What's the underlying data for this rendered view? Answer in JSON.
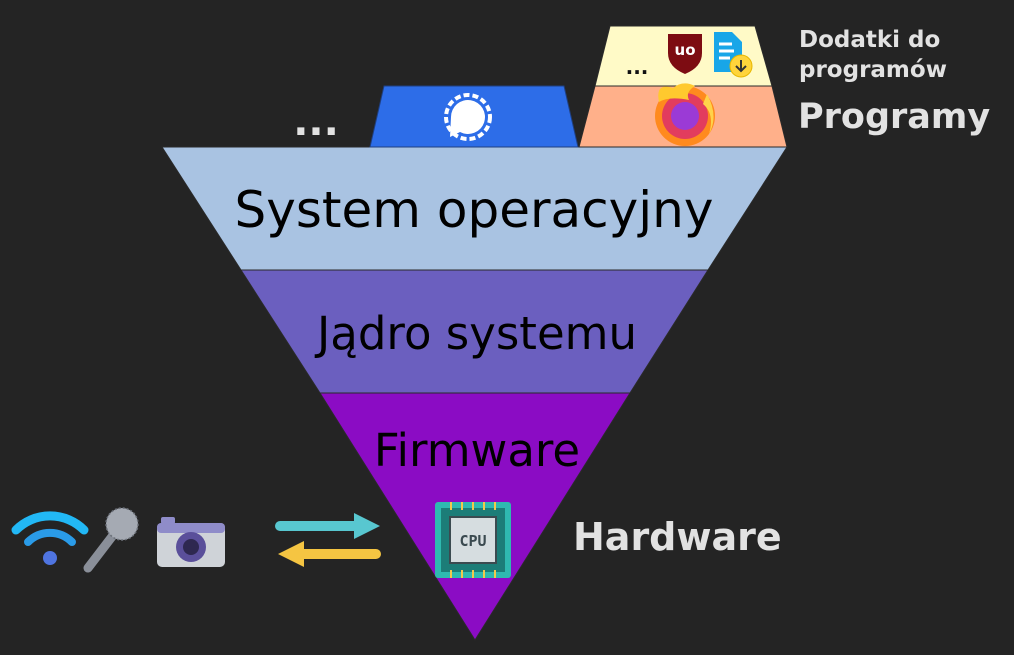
{
  "layers": {
    "os": "System operacyjny",
    "kernel": "Jądro systemu",
    "firmware": "Firmware"
  },
  "side_labels": {
    "addons_line1": "Dodatki do",
    "addons_line2": "programów",
    "programs": "Programy",
    "hardware": "Hardware"
  },
  "ellipsis": {
    "programs": "...",
    "addons": "..."
  },
  "icons": {
    "messenger": "signal-messenger-icon",
    "browser": "firefox-icon",
    "adblock": "ublock-origin-icon",
    "download": "file-download-icon",
    "wifi": "wifi-icon",
    "mic": "microphone-icon",
    "camera": "camera-icon",
    "transfer": "transfer-arrows-icon",
    "cpu": "cpu-chip-icon",
    "cpu_text": "CPU"
  },
  "colors": {
    "background": "#242424",
    "os_layer": "#a9c3e2",
    "kernel_layer": "#6b5fbf",
    "firmware_layer": "#8b0cc4",
    "signal_app": "#2d6de8",
    "firefox_app": "#ffb08a",
    "addons_bar": "#fffac7",
    "side_text": "#e2e2e2"
  }
}
